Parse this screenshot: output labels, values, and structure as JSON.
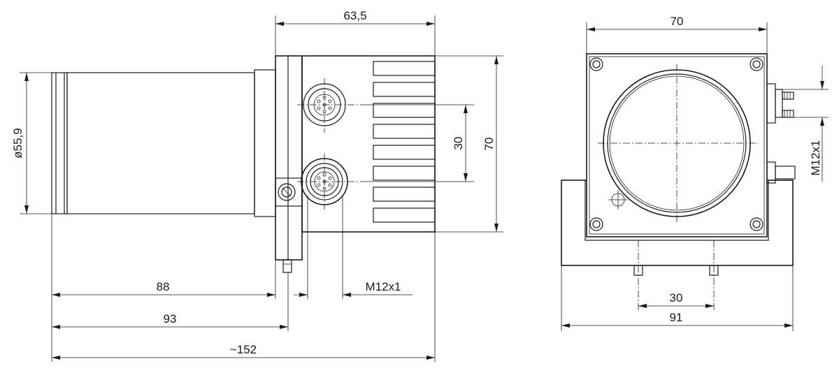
{
  "dimensions": {
    "side_view": {
      "overall_width": "63,5",
      "diameter": "ø55,9",
      "connector_spacing": "30",
      "height": "70",
      "length_88": "88",
      "length_93": "93",
      "length_total": "~152",
      "connector_thread": "M12x1"
    },
    "front_view": {
      "width": "70",
      "connector_thread": "M12x1",
      "pin_spacing": "30",
      "base_width": "91"
    }
  }
}
